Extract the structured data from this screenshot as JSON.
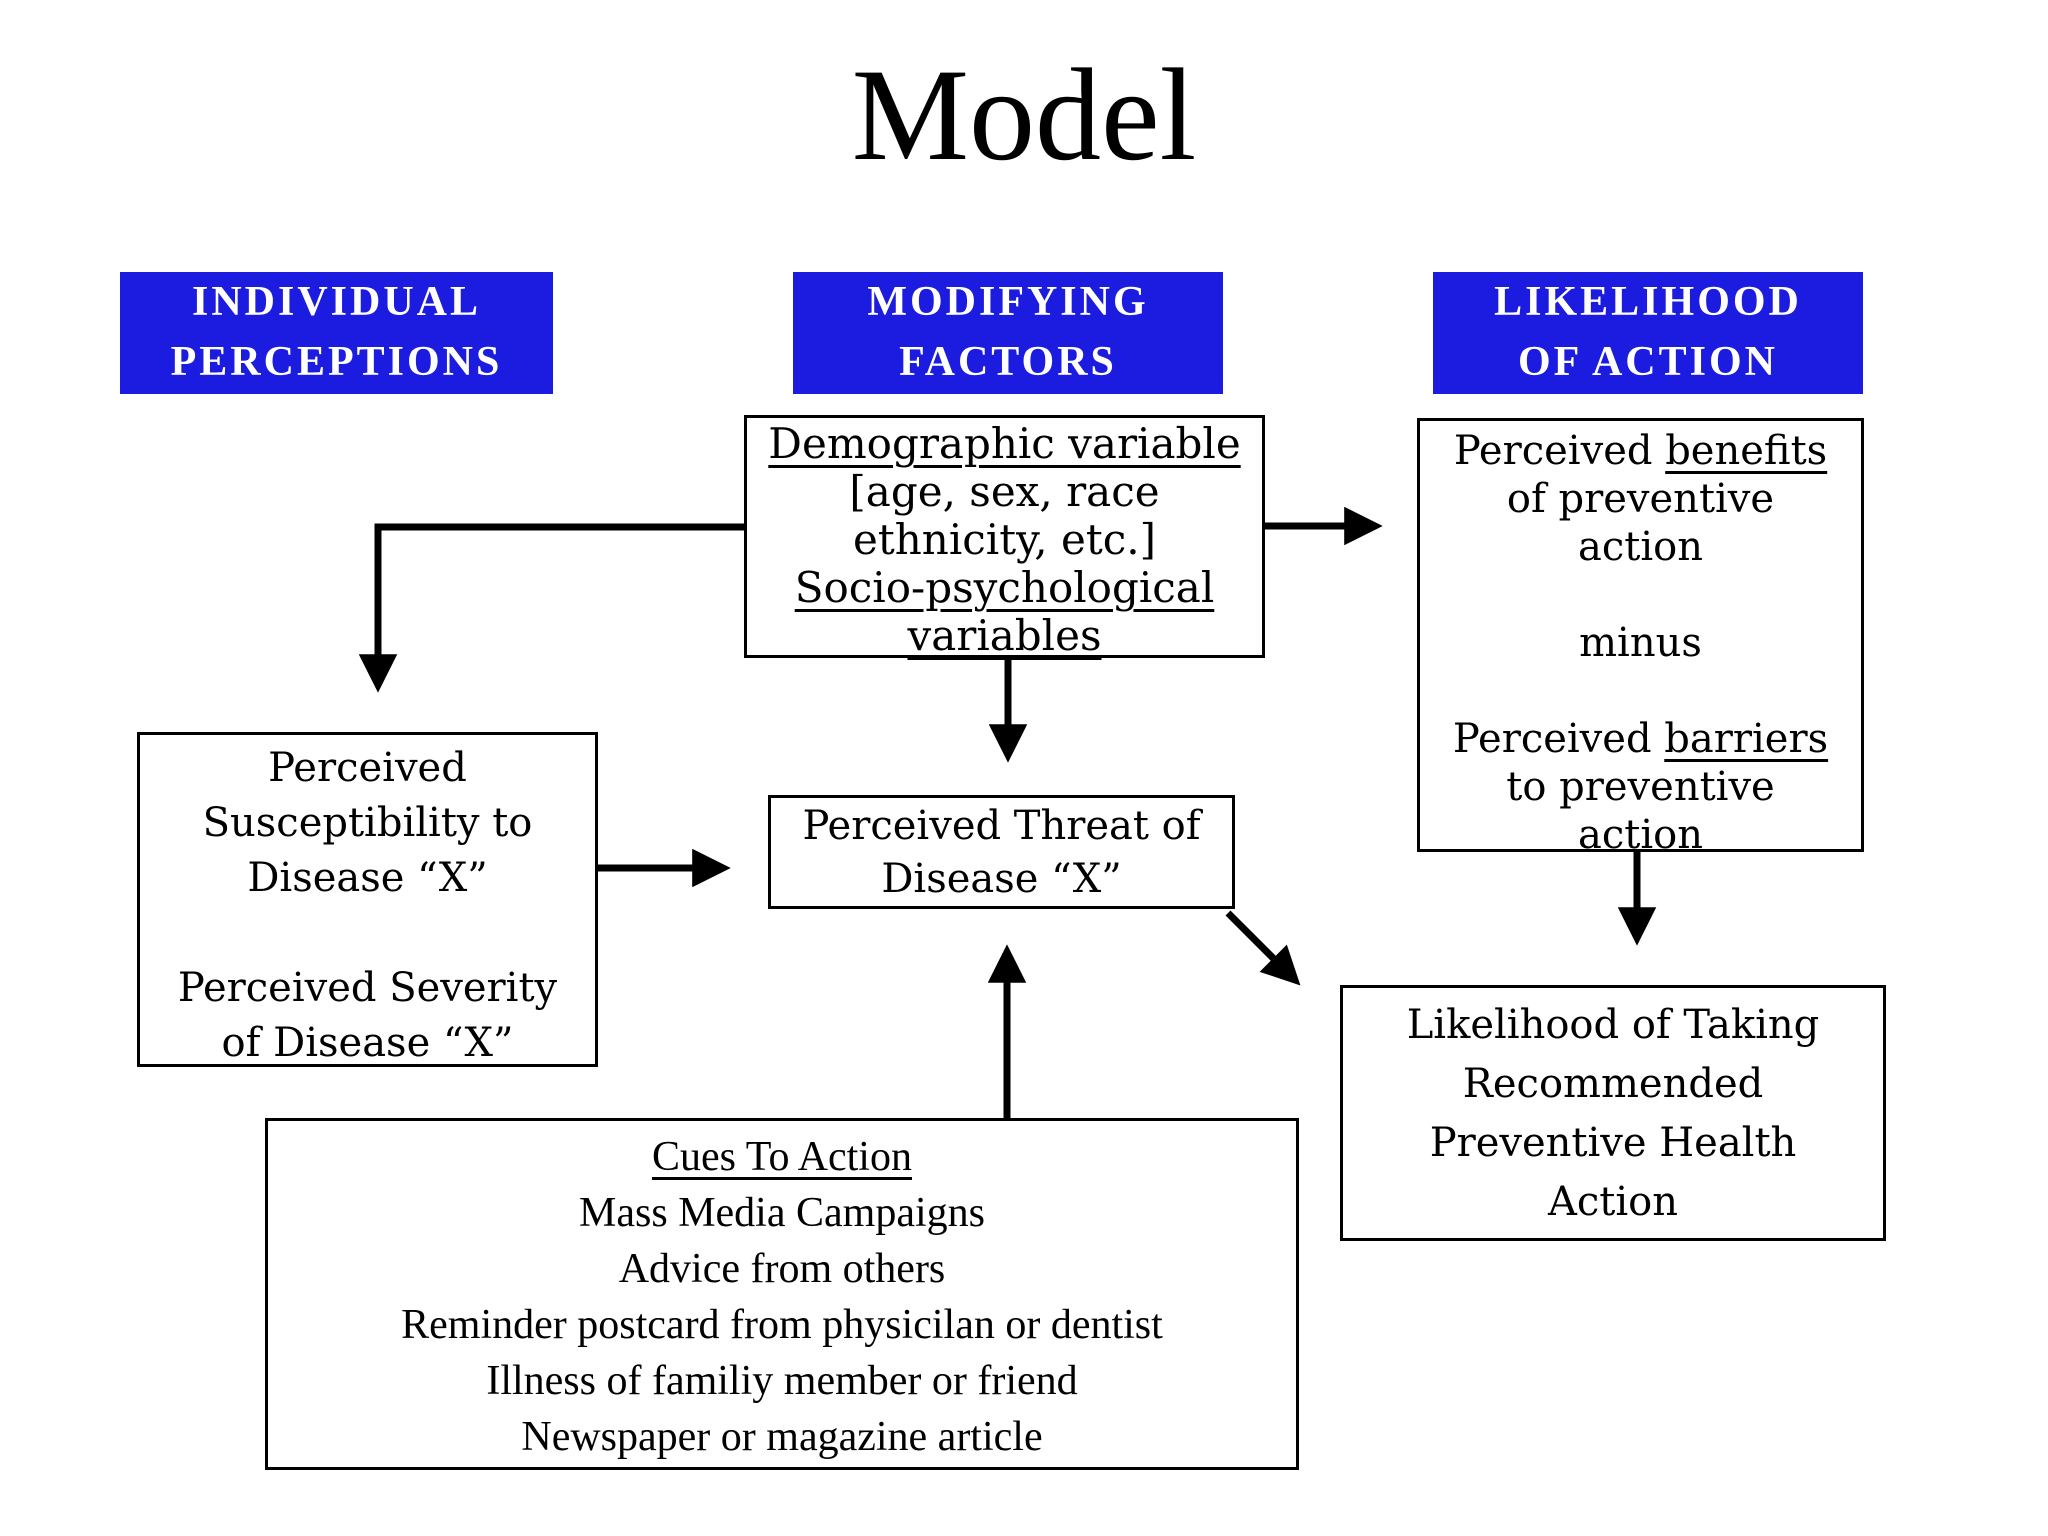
{
  "title": "Model",
  "colors": {
    "header_background": "#1c1ce0",
    "header_text": "#ffffff",
    "box_border": "#000000",
    "body_text": "#000000",
    "arrow": "#000000",
    "page_background": "#ffffff"
  },
  "headers": {
    "individual_perceptions": {
      "line1": "INDIVIDUAL",
      "line2": "PERCEPTIONS"
    },
    "modifying_factors": {
      "line1": "MODIFYING",
      "line2": "FACTORS"
    },
    "likelihood_of_action": {
      "line1": "LIKELIHOOD",
      "line2": "OF ACTION"
    }
  },
  "boxes": {
    "modifying_variables": {
      "line1": "Demographic variable",
      "line2": "[age, sex, race",
      "line3": "ethnicity, etc.]",
      "line4": "Socio-psychological",
      "line5": "variables"
    },
    "benefits_barriers": {
      "line1_pre": "Perceived ",
      "line1_underlined": "benefits",
      "line2": "of preventive",
      "line3": "action",
      "line4": "minus",
      "line5_pre": "Perceived ",
      "line5_underlined": "barriers",
      "line6": "to preventive",
      "line7": "action"
    },
    "individual_perceptions": {
      "line1": "Perceived",
      "line2": "Susceptibility to",
      "line3": "Disease “X”",
      "line4": "Perceived Severity",
      "line5": "of Disease “X”"
    },
    "perceived_threat": {
      "line1": "Perceived Threat of",
      "line2": "Disease “X”"
    },
    "likelihood_taking": {
      "line1": "Likelihood of Taking",
      "line2": "Recommended",
      "line3": "Preventive Health",
      "line4": "Action"
    },
    "cues_to_action": {
      "heading": "Cues To Action",
      "item1": "Mass Media Campaigns",
      "item2": "Advice from others",
      "item3": "Reminder postcard from physicilan or dentist",
      "item4": "Illness of familiy member or friend",
      "item5": "Newspaper or magazine article"
    }
  }
}
